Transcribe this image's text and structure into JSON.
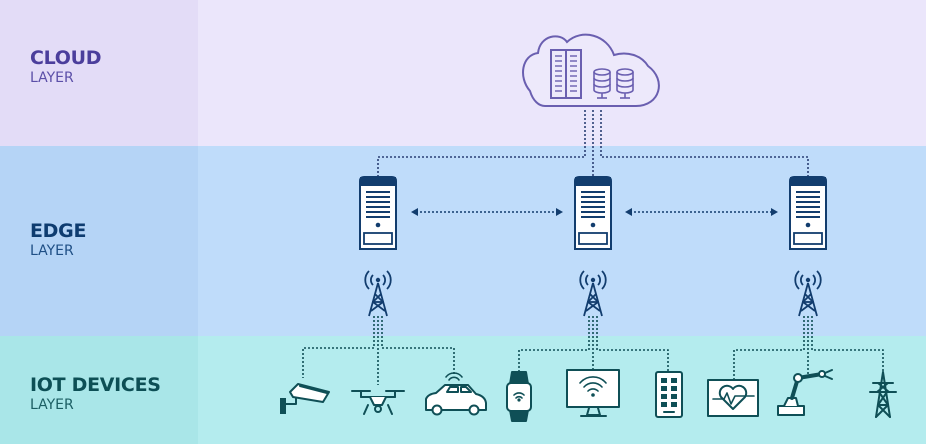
{
  "layers": {
    "cloud": {
      "title": "CLOUD",
      "subtitle": "LAYER",
      "title_color": "#4b3e9c",
      "subtitle_color": "#5b4fa8"
    },
    "edge": {
      "title": "EDGE",
      "subtitle": "LAYER",
      "title_color": "#0e3c70",
      "subtitle_color": "#1f4f85"
    },
    "iot": {
      "title": "IOT DEVICES",
      "subtitle": "LAYER",
      "title_color": "#0d4f55",
      "subtitle_color": "#1b5e63"
    }
  },
  "colors": {
    "cloud_stroke": "#6a5fb0",
    "edge_stroke": "#123d6e",
    "iot_stroke": "#0f4f56"
  },
  "nodes": {
    "cloud": {
      "icon": "cloud-server-icon"
    },
    "edge_servers": [
      "server-icon",
      "server-icon",
      "server-icon"
    ],
    "towers": [
      "cell-tower-icon",
      "cell-tower-icon",
      "cell-tower-icon"
    ],
    "devices": [
      "security-camera-icon",
      "drone-icon",
      "connected-car-icon",
      "smartwatch-icon",
      "wifi-monitor-icon",
      "smartphone-icon",
      "heart-monitor-icon",
      "robot-arm-icon",
      "power-pylon-icon"
    ]
  }
}
